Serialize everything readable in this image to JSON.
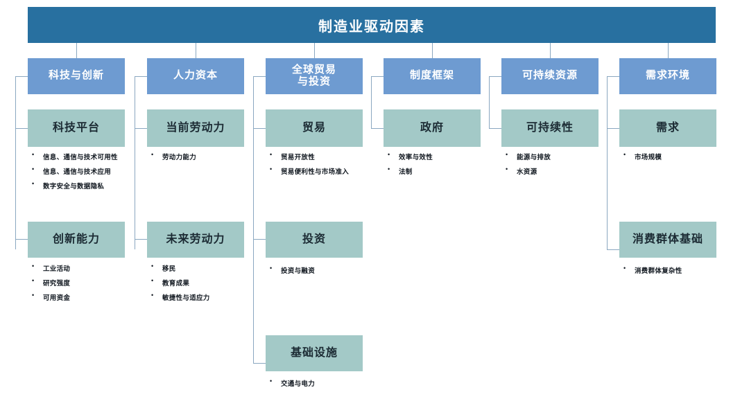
{
  "title": "制造业驱动因素",
  "colors": {
    "banner": "#2870a0",
    "category": "#6e9bd1",
    "subcategory": "#a3c9c7",
    "connector": "#8aa7c0",
    "text_dark": "#111820",
    "text_light": "#ffffff"
  },
  "columns": [
    {
      "category": "科技与创新",
      "groups": [
        {
          "heading": "科技平台",
          "items": [
            "信息、通信与技术可用性",
            "信息、通信与技术应用",
            "数字安全与数据隐私"
          ]
        },
        {
          "heading": "创新能力",
          "items": [
            "工业活动",
            "研究强度",
            "可用资金"
          ]
        }
      ]
    },
    {
      "category": "人力资本",
      "groups": [
        {
          "heading": "当前劳动力",
          "items": [
            "劳动力能力"
          ]
        },
        {
          "heading": "未来劳动力",
          "items": [
            "移民",
            "教育成果",
            "敏捷性与适应力"
          ]
        }
      ]
    },
    {
      "category": "全球贸易\n与投资",
      "category_line1": "全球贸易",
      "category_line2": "与投资",
      "groups": [
        {
          "heading": "贸易",
          "items": [
            "贸易开放性",
            "贸易便利性与市场准入"
          ]
        },
        {
          "heading": "投资",
          "items": [
            "投资与融资"
          ]
        },
        {
          "heading": "基础设施",
          "items": [
            "交通与电力"
          ]
        }
      ]
    },
    {
      "category": "制度框架",
      "groups": [
        {
          "heading": "政府",
          "items": [
            "效率与效性",
            "法制"
          ]
        }
      ]
    },
    {
      "category": "可持续资源",
      "groups": [
        {
          "heading": "可持续性",
          "items": [
            "能源与排放",
            "水资源"
          ]
        }
      ]
    },
    {
      "category": "需求环境",
      "groups": [
        {
          "heading": "需求",
          "items": [
            "市场规模"
          ]
        },
        {
          "heading": "消费群体基础",
          "items": [
            "消费群体复杂性"
          ]
        }
      ]
    }
  ]
}
